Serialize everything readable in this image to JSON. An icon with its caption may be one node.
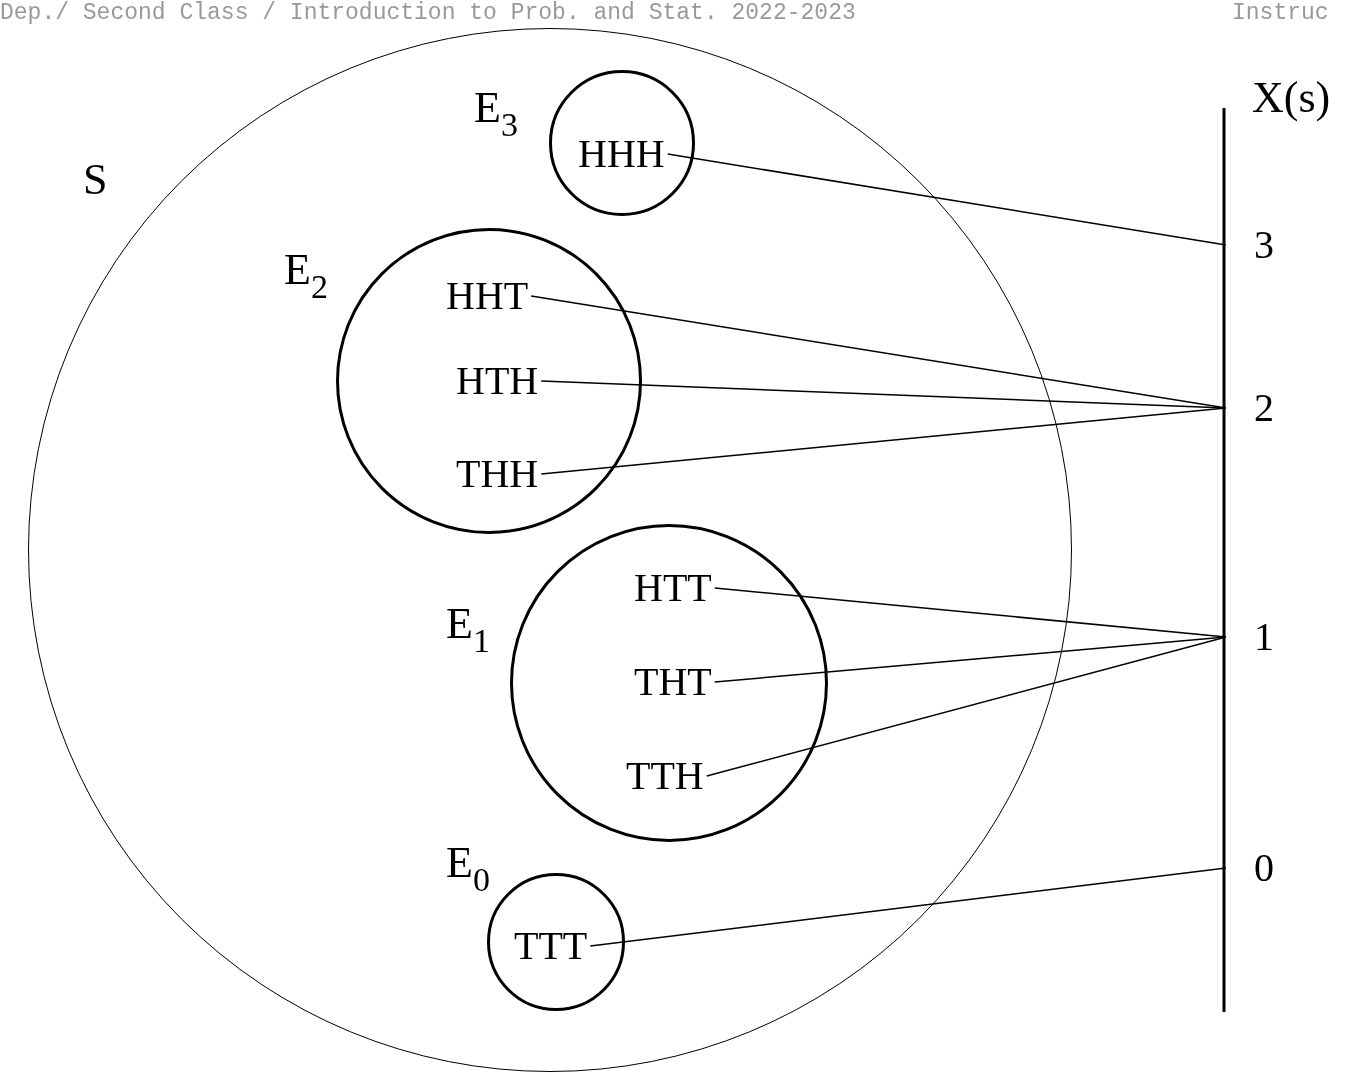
{
  "diagram": {
    "nodes": [
      {
        "text": [
          "S"
        ]
      },
      {
        "text": [
          "E$_{3}$"
        ],
        "in": 0
      },
      {
        "text": [
          "HHH"
        ],
        "in": 1
      },
      {
        "text": [
          "E$_{2}$"
        ],
        "in": 0
      },
      {
        "text": [
          "HHT"
        ],
        "in": 3
      },
      {
        "text": [
          "HTH"
        ],
        "in": 3
      },
      {
        "text": [
          "THH"
        ],
        "in": 3
      },
      {
        "text": [
          "E$_{1}$"
        ],
        "in": 0
      },
      {
        "text": [
          "HTT"
        ],
        "in": 7
      },
      {
        "text": [
          "THT"
        ],
        "in": 7
      },
      {
        "text": [
          "TTH"
        ],
        "in": 7
      },
      {
        "text": [
          "E$_{0}$"
        ],
        "in": 0
      },
      {
        "text": [
          "TTT"
        ],
        "in": 11
      },
      {
        "text": [
          "3"
        ]
      },
      {
        "text": [
          "2"
        ]
      },
      {
        "text": [
          "1"
        ]
      },
      {
        "text": [
          "0"
        ]
      }
    ],
    "edges": [
      {
        "from": 2,
        "to": 13,
        "arrow": "none"
      },
      {
        "from": 4,
        "to": 14,
        "arrow": "none"
      },
      {
        "from": 5,
        "to": 14,
        "arrow": "none"
      },
      {
        "from": 6,
        "to": 14,
        "arrow": "none"
      },
      {
        "from": 8,
        "to": 15,
        "arrow": "none"
      },
      {
        "from": 9,
        "to": 15,
        "arrow": "none"
      },
      {
        "from": 10,
        "to": 15,
        "arrow": "none"
      },
      {
        "from": 12,
        "to": 16,
        "arrow": "none"
      }
    ],
    "labels": [
      "Dep./ Second Class / Introduction to Prob. and Stat. 2022-2023",
      "Instruc",
      "X(s)"
    ]
  }
}
